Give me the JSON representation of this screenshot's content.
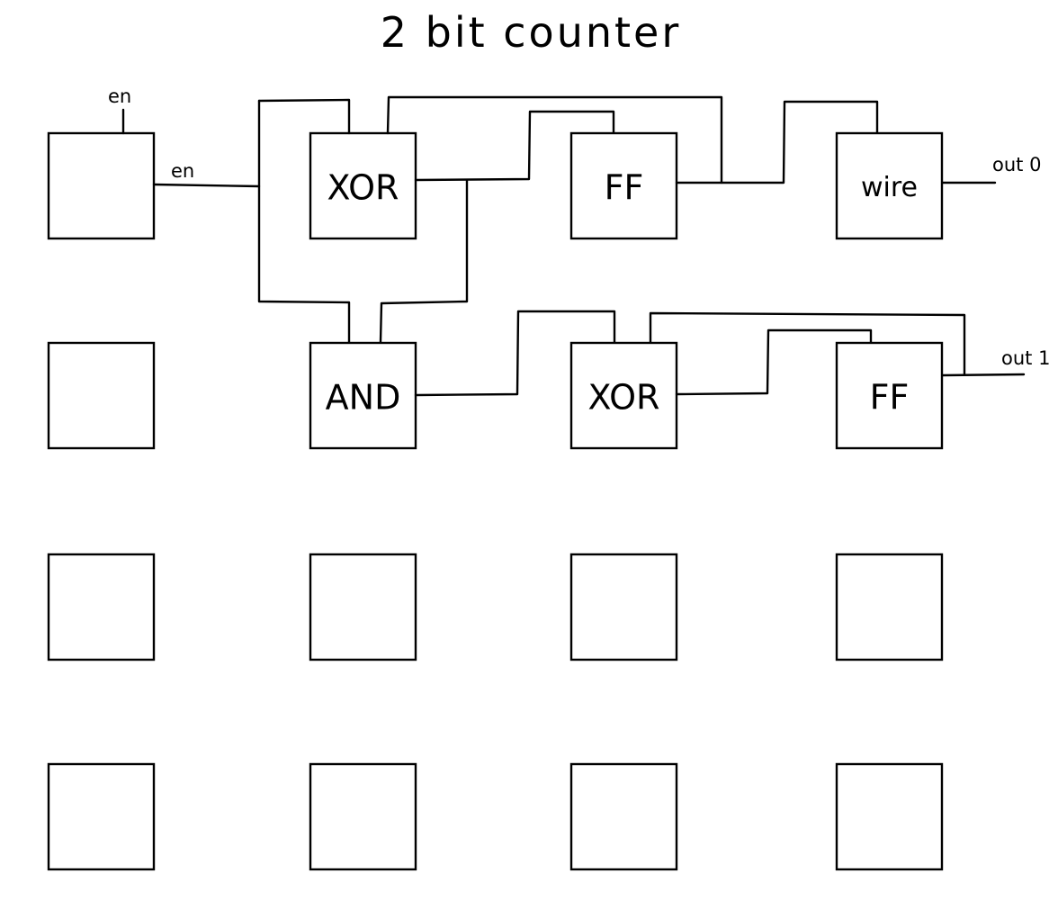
{
  "title": "2 bit counter",
  "grid": {
    "rows": 4,
    "columns": 4
  },
  "cells": [
    {
      "id": "r0c0",
      "row": 0,
      "col": 0,
      "label": ""
    },
    {
      "id": "r0c1",
      "row": 0,
      "col": 1,
      "label": "XOR"
    },
    {
      "id": "r0c2",
      "row": 0,
      "col": 2,
      "label": "FF"
    },
    {
      "id": "r0c3",
      "row": 0,
      "col": 3,
      "label": "wire"
    },
    {
      "id": "r1c0",
      "row": 1,
      "col": 0,
      "label": ""
    },
    {
      "id": "r1c1",
      "row": 1,
      "col": 1,
      "label": "AND"
    },
    {
      "id": "r1c2",
      "row": 1,
      "col": 2,
      "label": "XOR"
    },
    {
      "id": "r1c3",
      "row": 1,
      "col": 3,
      "label": "FF"
    },
    {
      "id": "r2c0",
      "row": 2,
      "col": 0,
      "label": ""
    },
    {
      "id": "r2c1",
      "row": 2,
      "col": 1,
      "label": ""
    },
    {
      "id": "r2c2",
      "row": 2,
      "col": 2,
      "label": ""
    },
    {
      "id": "r2c3",
      "row": 2,
      "col": 3,
      "label": ""
    },
    {
      "id": "r3c0",
      "row": 3,
      "col": 0,
      "label": ""
    },
    {
      "id": "r3c1",
      "row": 3,
      "col": 1,
      "label": ""
    },
    {
      "id": "r3c2",
      "row": 3,
      "col": 2,
      "label": ""
    },
    {
      "id": "r3c3",
      "row": 3,
      "col": 3,
      "label": ""
    }
  ],
  "pins": {
    "en_top": "en",
    "en_side": "en",
    "out0": "out 0",
    "out1": "out 1"
  }
}
